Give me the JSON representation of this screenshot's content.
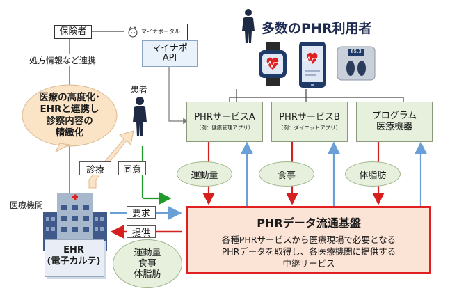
{
  "title": "多数のPHR利用者",
  "insurer": "保険者",
  "mynaportal": {
    "logo": "マイナポータル",
    "api_line1": "マイナポ",
    "api_line2": "API"
  },
  "prescription_link": "処方情報など連携",
  "bubble": {
    "line1": "医療の高度化･",
    "line2": "EHRと連携し",
    "line3": "診察内容の",
    "line4": "精緻化"
  },
  "patient": "患者",
  "diagnosis": "診療",
  "consent": "同意",
  "medical_institution": "医療機関",
  "ehr": {
    "line1": "EHR",
    "line2": "(電子カルテ)"
  },
  "request": "要求",
  "provide": "提供",
  "provided_data": {
    "line1": "運動量",
    "line2": "食事",
    "line3": "体脂肪"
  },
  "scale_reading": "65.3",
  "services": [
    {
      "name": "PHRサービスA",
      "example": "（例：健康管理アプリ）"
    },
    {
      "name": "PHRサービスB",
      "example": "（例：ダイエットアプリ）"
    },
    {
      "name_line1": "プログラム",
      "name_line2": "医療機器"
    }
  ],
  "data_types": [
    "運動量",
    "食事",
    "体脂肪"
  ],
  "platform": {
    "title": "PHRデータ流通基盤",
    "desc_line1": "各種PHRサービスから医療現場で必要となる",
    "desc_line2": "PHRデータを取得し、各医療機関に提供する",
    "desc_line3": "中継サービス"
  },
  "colors": {
    "platform_border": "#e02020",
    "platform_fill": "#fbe3d6",
    "service_fill": "#e6f0dc",
    "oval_fill": "#e6f0dc",
    "red_arrow": "#d62020",
    "blue_arrow": "#6a9fd8",
    "green_arrow": "#1f9a2a",
    "building_blue": "#3f5a8a"
  }
}
